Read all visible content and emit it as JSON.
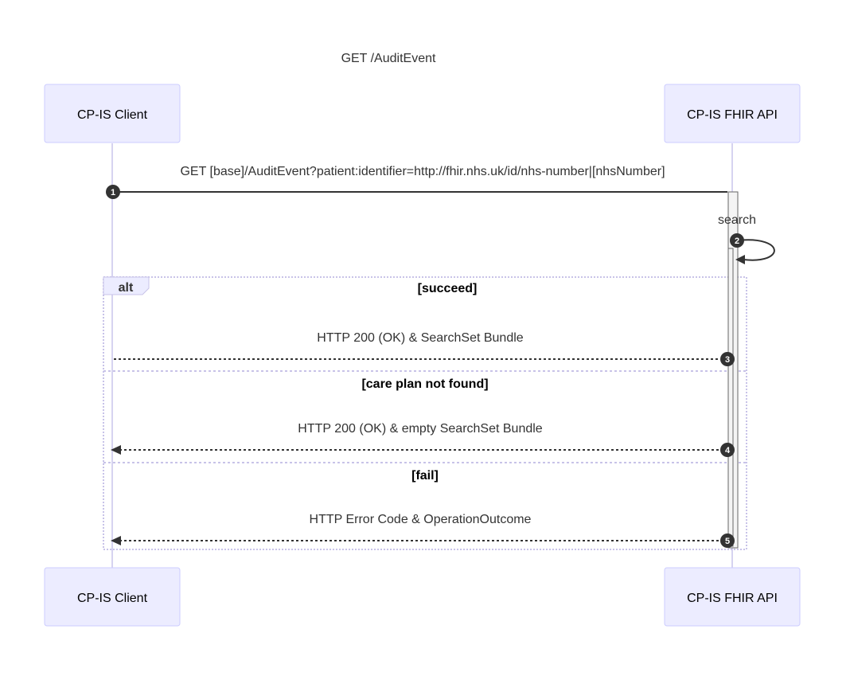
{
  "diagram": {
    "title": "GET /AuditEvent",
    "participants": [
      {
        "id": "client",
        "label": "CP-IS Client"
      },
      {
        "id": "api",
        "label": "CP-IS FHIR API"
      }
    ],
    "messages": [
      {
        "number": "1",
        "from": "client",
        "to": "api",
        "text": "GET [base]/AuditEvent?patient:identifier=http://fhir.nhs.uk/id/nhs-number|[nhsNumber]",
        "style": "solid"
      },
      {
        "number": "2",
        "from": "api",
        "to": "api",
        "text": "search",
        "style": "solid"
      },
      {
        "number": "3",
        "from": "api",
        "to": "client",
        "text": "HTTP 200 (OK) & SearchSet Bundle",
        "style": "dotted"
      },
      {
        "number": "4",
        "from": "api",
        "to": "client",
        "text": "HTTP 200 (OK) & empty SearchSet Bundle",
        "style": "dotted"
      },
      {
        "number": "5",
        "from": "api",
        "to": "client",
        "text": "HTTP Error Code & OperationOutcome",
        "style": "dotted"
      }
    ],
    "alt_block": {
      "label": "alt",
      "sections": [
        "[succeed]",
        "[care plan not found]",
        "[fail]"
      ]
    },
    "colors": {
      "participant_fill": "#ECECFF",
      "participant_stroke": "#CCCCFF",
      "lifeline": "#D6D3F0",
      "message_line": "#333333",
      "text": "#333333",
      "alt_border": "#C8C3E8",
      "activation_fill": "#F4F4F4",
      "activation_stroke": "#666666"
    }
  }
}
